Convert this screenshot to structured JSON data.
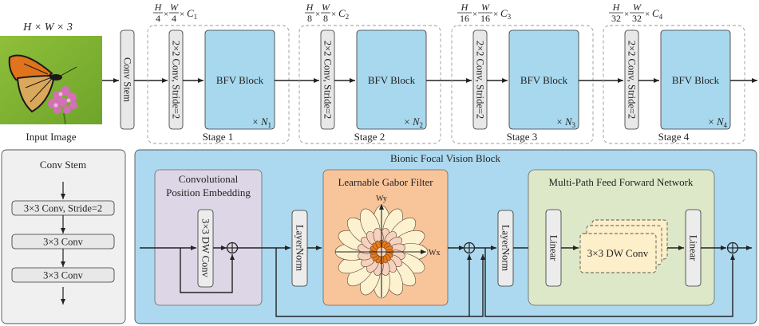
{
  "input": {
    "dims_label": "H × W × 3",
    "caption": "Input Image"
  },
  "conv_stem_block": {
    "label": "Conv Stem"
  },
  "stages": [
    {
      "dims": {
        "num_h": "H",
        "den_h": "4",
        "num_w": "W",
        "den_w": "4",
        "c": "C",
        "c_sub": "1"
      },
      "downsample": "2×2 Conv, Stride=2",
      "block": "BFV Block",
      "repeat": "× N",
      "repeat_sub": "1",
      "caption": "Stage 1"
    },
    {
      "dims": {
        "num_h": "H",
        "den_h": "8",
        "num_w": "W",
        "den_w": "8",
        "c": "C",
        "c_sub": "2"
      },
      "downsample": "2×2 Conv, Stride=2",
      "block": "BFV Block",
      "repeat": "× N",
      "repeat_sub": "2",
      "caption": "Stage 2"
    },
    {
      "dims": {
        "num_h": "H",
        "den_h": "16",
        "num_w": "W",
        "den_w": "16",
        "c": "C",
        "c_sub": "3"
      },
      "downsample": "2×2 Conv, Stride=2",
      "block": "BFV Block",
      "repeat": "× N",
      "repeat_sub": "3",
      "caption": "Stage 3"
    },
    {
      "dims": {
        "num_h": "H",
        "den_h": "32",
        "num_w": "W",
        "den_w": "32",
        "c": "C",
        "c_sub": "4"
      },
      "downsample": "2×2 Conv, Stride=2",
      "block": "BFV Block",
      "repeat": "× N",
      "repeat_sub": "4",
      "caption": "Stage 4"
    }
  ],
  "conv_stem_detail": {
    "title": "Conv Stem",
    "layers": [
      "3×3 Conv, Stride=2",
      "3×3 Conv",
      "3×3 Conv"
    ]
  },
  "bfv": {
    "title": "Bionic Focal Vision Block",
    "cpe": {
      "title_line1": "Convolutional",
      "title_line2": "Position Embedding",
      "conv": "3×3 DW Conv"
    },
    "layernorm1": "LayerNorm",
    "gabor": {
      "title": "Learnable Gabor Filter",
      "axis_y": "Wy",
      "axis_x": "Wx"
    },
    "layernorm2": "LayerNorm",
    "mpffn": {
      "title": "Multi-Path Feed Forward Network",
      "linear1": "Linear",
      "dwconv": "3×3 DW Conv",
      "linear2": "Linear"
    }
  },
  "colors": {
    "stage_block": "#a8d8ee",
    "bfv_bg": "#acd9ef",
    "cpe_bg": "#ddd6e6",
    "gabor_bg": "#f8c49a",
    "mpffn_bg": "#dde8c8",
    "dwconv_bg": "#fdefc9",
    "box_bg": "#e8e8e8",
    "stem_bg": "#f0f0f0",
    "petal_outer": "#fdf2d0",
    "petal_mid": "#f6d2be",
    "petal_inner": "#ef7a14"
  }
}
